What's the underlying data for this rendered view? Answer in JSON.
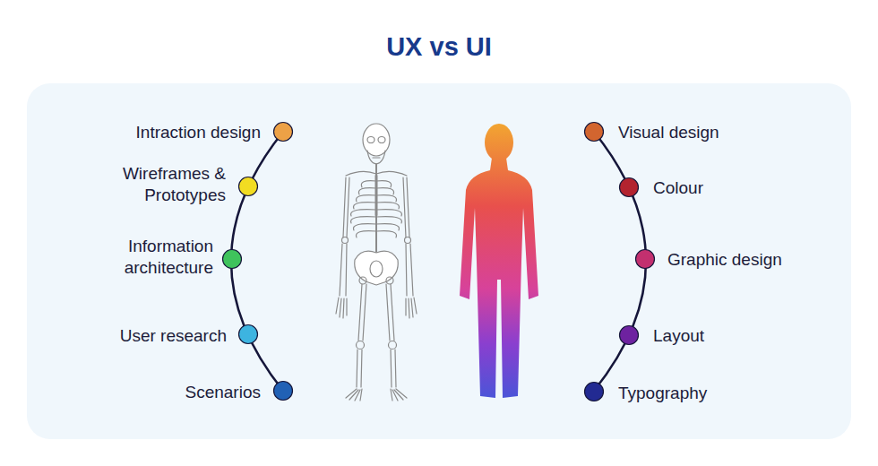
{
  "diagram": {
    "title": "UX vs UI",
    "labels": [
      "Intraction design",
      "Wireframes & Prototypes",
      "Information architecture",
      "User research",
      "Scenarios",
      "Visual design",
      "Colour",
      "Graphic design",
      "Layout",
      "Typography"
    ]
  }
}
